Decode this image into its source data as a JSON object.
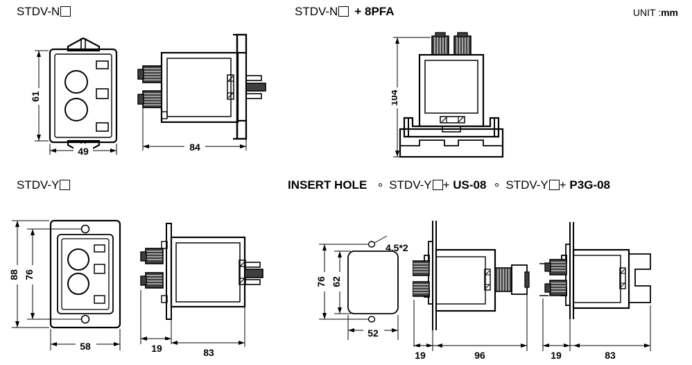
{
  "unit": {
    "label": "UNIT :",
    "value": "mm"
  },
  "sections": [
    {
      "id": "stdv-n",
      "title_prefix": "STDV-N",
      "title_suffix": "",
      "dimensions": {
        "height": "61",
        "width": "49",
        "depth": "84"
      }
    },
    {
      "id": "stdv-n-8pfa",
      "title_prefix": "STDV-N",
      "title_suffix": "+ 8PFA",
      "dimensions": {
        "height": "104"
      }
    },
    {
      "id": "stdv-y",
      "title_prefix": "STDV-Y",
      "title_suffix": "",
      "dimensions": {
        "outer_height": "88",
        "inner_height": "76",
        "width": "58",
        "flange": "19",
        "depth": "83"
      }
    },
    {
      "id": "insert-hole",
      "title_main": "INSERT HOLE",
      "option_a_prefix": "STDV-Y",
      "option_a_suffix": "+ ",
      "option_a_bold": "US-08",
      "option_b_prefix": "STDV-Y",
      "option_b_suffix": "+ ",
      "option_b_bold": "P3G-08",
      "dimensions": {
        "hole_callout": "4.5*2",
        "outer_height": "76",
        "inner_height": "62",
        "width": "52",
        "us08_flange": "19",
        "us08_depth": "96",
        "p3g08_flange": "19",
        "p3g08_depth": "83"
      }
    }
  ],
  "colors": {
    "line": "#000000",
    "background": "#ffffff",
    "knob_fill": "#4a4a4a"
  }
}
